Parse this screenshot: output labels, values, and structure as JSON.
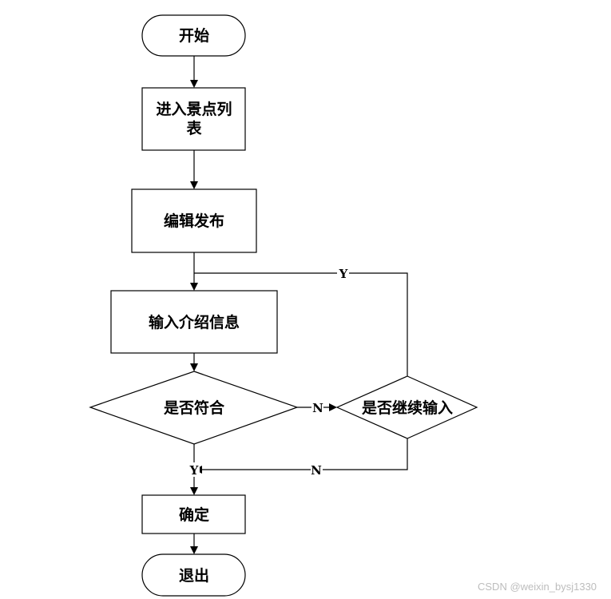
{
  "nodes": {
    "start": "开始",
    "enter_list": {
      "line1": "进入景点列",
      "line2": "表"
    },
    "edit_publish": "编辑发布",
    "input_info": "输入介绍信息",
    "is_valid": "是否符合",
    "continue_input": "是否继续输入",
    "confirm": "确定",
    "exit": "退出"
  },
  "edges": {
    "valid_no": "N",
    "valid_yes": "Y",
    "continue_yes": "Y",
    "continue_no": "N"
  },
  "watermark": "CSDN @weixin_bysj1330",
  "colors": {
    "stroke": "#000000",
    "fill": "#ffffff",
    "watermark": "#bdbdbd"
  }
}
